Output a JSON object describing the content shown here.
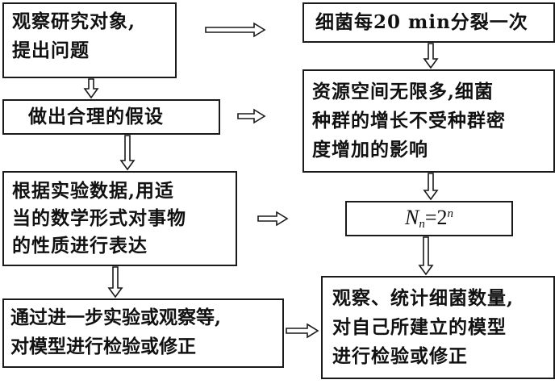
{
  "left_column": {
    "box1": {
      "lines": [
        "观察研究对象,",
        "提出问题"
      ]
    },
    "box2": {
      "lines": [
        "做出合理的假设"
      ]
    },
    "box3": {
      "lines": [
        "根据实验数据,用适",
        "当的数学形式对事物",
        "的性质进行表达"
      ]
    },
    "box4": {
      "lines": [
        "通过进一步实验或观察等,",
        "对模型进行检验或修正"
      ]
    }
  },
  "right_column": {
    "box1": {
      "lines": [
        "细菌每20 min分裂一次"
      ]
    },
    "box2": {
      "lines": [
        "资源空间无限多,细菌",
        "种群的增长不受种群密",
        "度增加的影响"
      ]
    },
    "box3": {
      "formula": {
        "symbol": "N",
        "subscript": "n",
        "equals": "=",
        "base": "2",
        "exponent": "n"
      }
    },
    "box4": {
      "lines": [
        "观察、统计细菌数量,",
        "对自己所建立的模型",
        "进行检验或修正"
      ]
    }
  },
  "style": {
    "stroke_color": "#1a1a1a",
    "arrow_fill": "#ffffff"
  }
}
